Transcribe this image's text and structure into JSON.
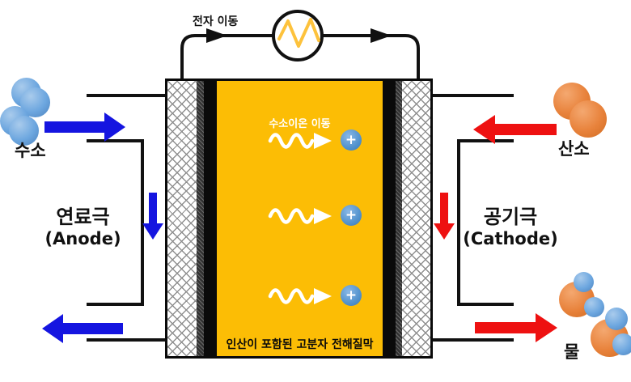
{
  "circuit": {
    "electron_flow_label": "전자 이동",
    "load_icon": "resistor-load-icon"
  },
  "anode_side": {
    "gas_label": "수소",
    "electrode_name_kr": "연료극",
    "electrode_name_en": "(Anode)"
  },
  "cathode_side": {
    "gas_label": "산소",
    "electrode_name_kr": "공기극",
    "electrode_name_en": "(Cathode)",
    "product_label": "물"
  },
  "membrane": {
    "ion_flow_label": "수소이온 이동",
    "ion_symbol": "+",
    "name_label": "인산이 포함된 고분자 전해질막"
  },
  "colors": {
    "membrane_yellow": "#FCBD05",
    "electrode_black": "#0A0A0A",
    "hydrogen_blue": "#1515E0",
    "oxygen_red": "#EE1111",
    "hydrogen_sphere_blue": "#6CA6DF",
    "oxygen_sphere_orange": "#E8823B",
    "ion_circle_blue": "#4E8FCB",
    "load_zigzag_yellow": "#FDC23C",
    "wire_black": "#111111"
  }
}
